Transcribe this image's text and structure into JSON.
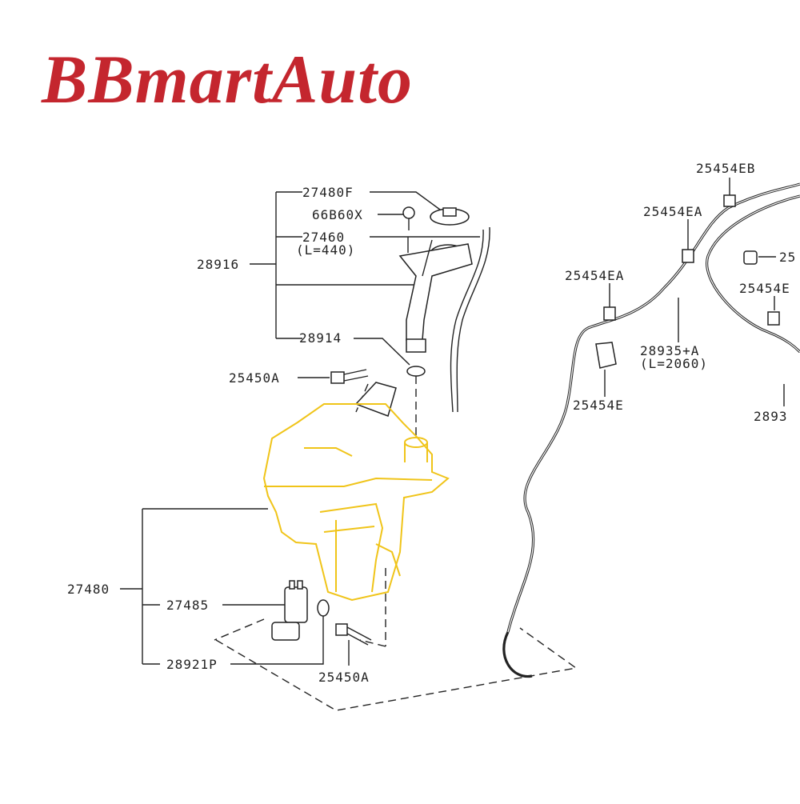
{
  "brand": {
    "name": "BBmartAuto",
    "color": "#c4262e"
  },
  "colors": {
    "tank_outline": "#f0c419",
    "linework": "#222222"
  },
  "callouts": {
    "p27480F": "27480F",
    "p66B60X": "66B60X",
    "p27460": "27460",
    "p27460_len": "(L=440)",
    "p28916": "28916",
    "p28914": "28914",
    "p25450A_top": "25450A",
    "p27480": "27480",
    "p27485": "27485",
    "p28921P": "28921P",
    "p25450A_bottom": "25450A",
    "p25454EB": "25454EB",
    "p25454EA_mid": "25454EA",
    "p25454EA_left": "25454EA",
    "p25_cut": "25",
    "p25454E_cut": "25454E",
    "p28935A": "28935+A",
    "p28935A_len": "(L=2060)",
    "p25454E": "25454E",
    "p2893_cut": "2893"
  }
}
